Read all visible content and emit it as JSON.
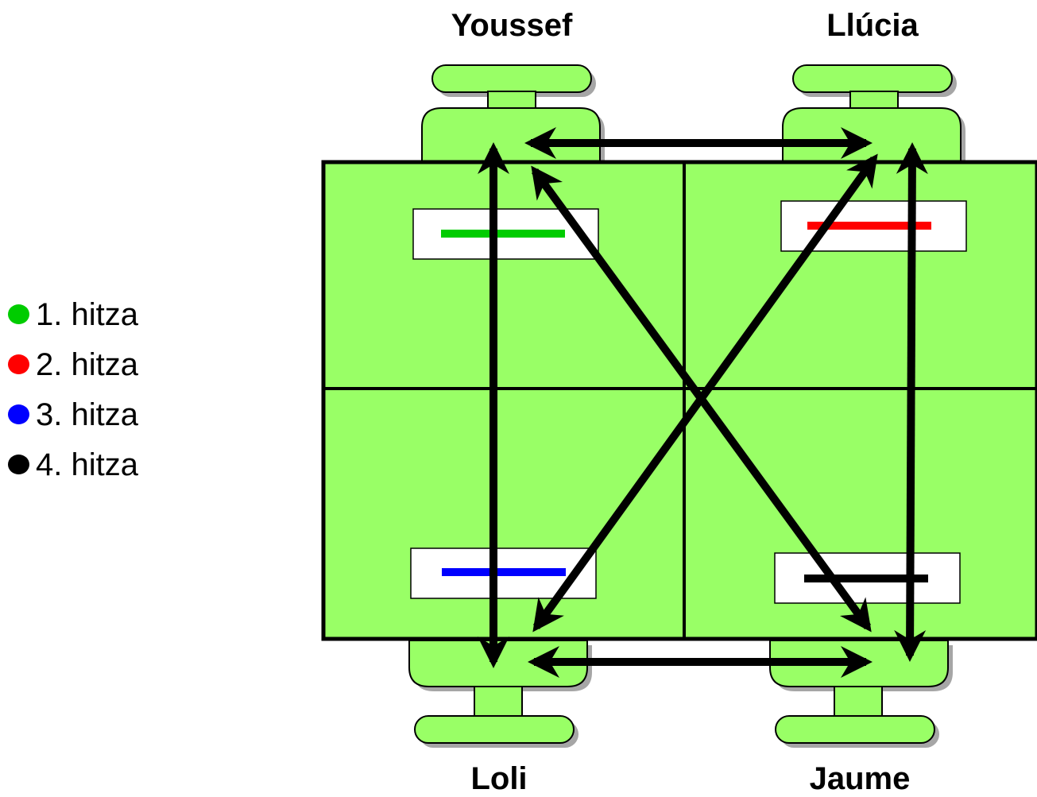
{
  "legend": [
    {
      "label": "1. hitza",
      "color": "#00cc00"
    },
    {
      "label": "2. hitza",
      "color": "#ff0000"
    },
    {
      "label": "3. hitza",
      "color": "#0000ff"
    },
    {
      "label": "4. hitza",
      "color": "#000000"
    }
  ],
  "people": {
    "top_left": "Youssef",
    "top_right": "Llúcia",
    "bottom_left": "Loli",
    "bottom_right": "Jaume"
  },
  "colors": {
    "table_fill": "#99ff66",
    "shadow": "#a6a6a6",
    "arrow": "#000000",
    "card_fill": "#ffffff"
  }
}
